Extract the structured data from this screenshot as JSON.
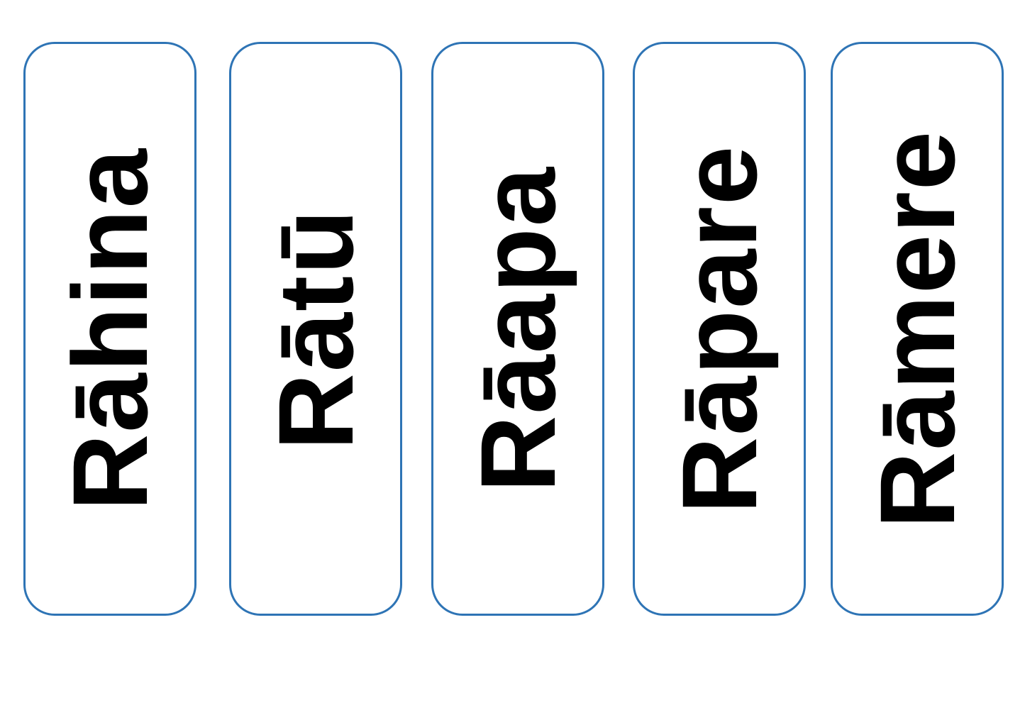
{
  "cards": [
    {
      "word": "Rāhina"
    },
    {
      "word": "Rātū"
    },
    {
      "word": "Rāapa"
    },
    {
      "word": "Rāpare"
    },
    {
      "word": "Rāmere"
    }
  ],
  "colors": {
    "card_border": "#2E74B5",
    "text": "#000000",
    "background": "#FFFFFF"
  }
}
